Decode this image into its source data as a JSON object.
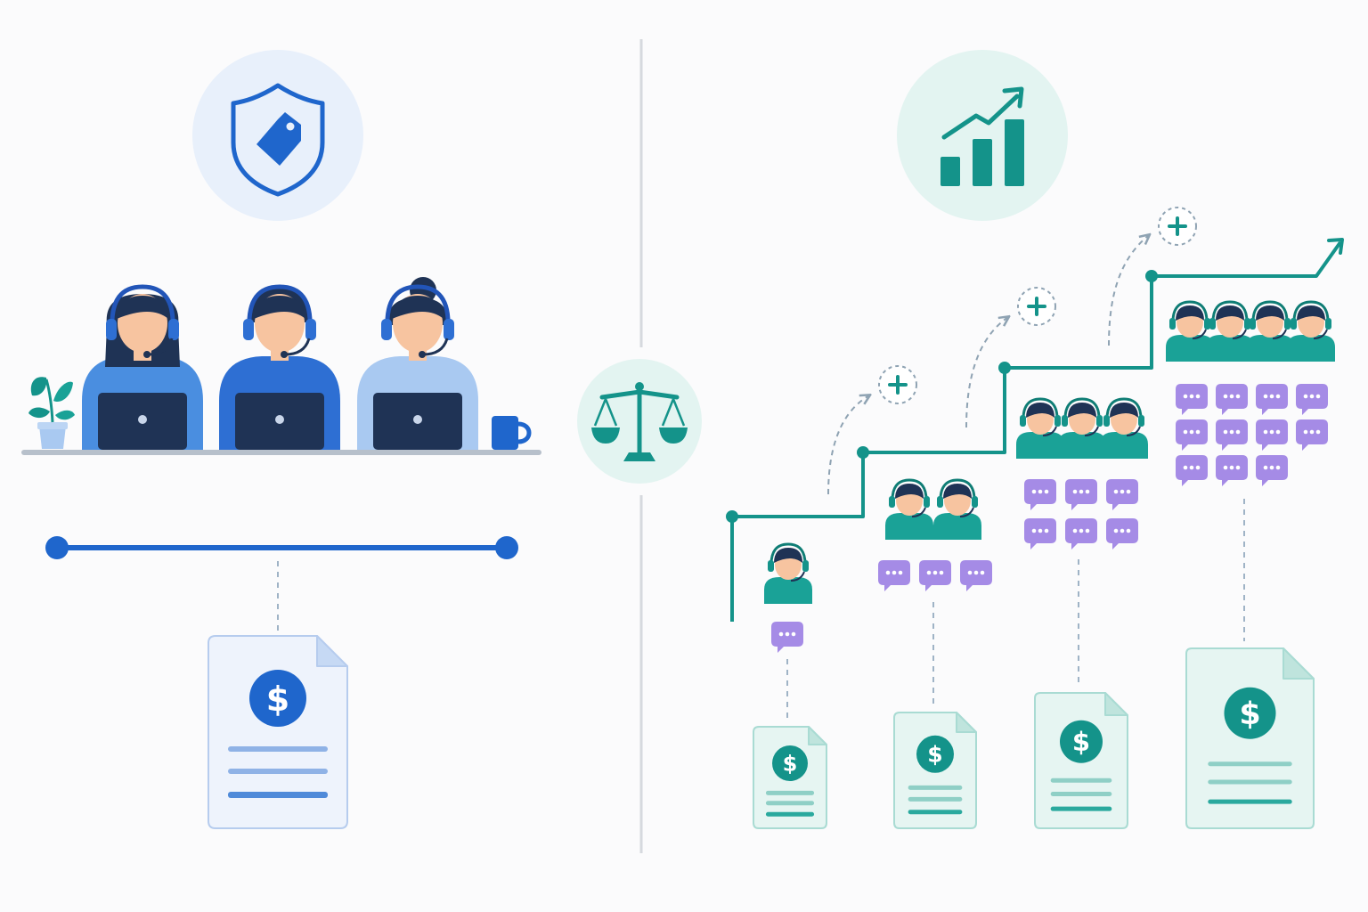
{
  "colors": {
    "background": "#fbfbfc",
    "fixed_blue": "#1f66cc",
    "fixed_blue_light": "#e8f0fb",
    "fixed_navy": "#1f3355",
    "scaling_teal": "#14938a",
    "scaling_teal_light": "#e3f4f1",
    "chat_purple": "#a58be6",
    "skin": "#f7c4a0",
    "divider": "#d6d9de"
  },
  "left_panel": {
    "header_icon": "shield-price-tag-icon",
    "agent_count": 3,
    "agents": [
      {
        "shirt": "#4a8ee0",
        "hair": "long"
      },
      {
        "shirt": "#2e6fd3",
        "hair": "short"
      },
      {
        "shirt": "#a9c9f1",
        "hair": "bun"
      }
    ],
    "desk_props": [
      "plant-icon",
      "coffee-mug-icon"
    ],
    "range_icon": "fixed-range-bar",
    "invoice_icon": "dollar-invoice-icon",
    "invoice_lines": 3
  },
  "center": {
    "icon": "balance-scale-icon"
  },
  "right_panel": {
    "header_icon": "growth-bar-chart-icon",
    "step_icon": "plus-circle-icon",
    "tiers": [
      {
        "agents": 1,
        "chats": 1
      },
      {
        "agents": 2,
        "chats": 3
      },
      {
        "agents": 3,
        "chats": 6
      },
      {
        "agents": 4,
        "chats": 11
      }
    ]
  }
}
